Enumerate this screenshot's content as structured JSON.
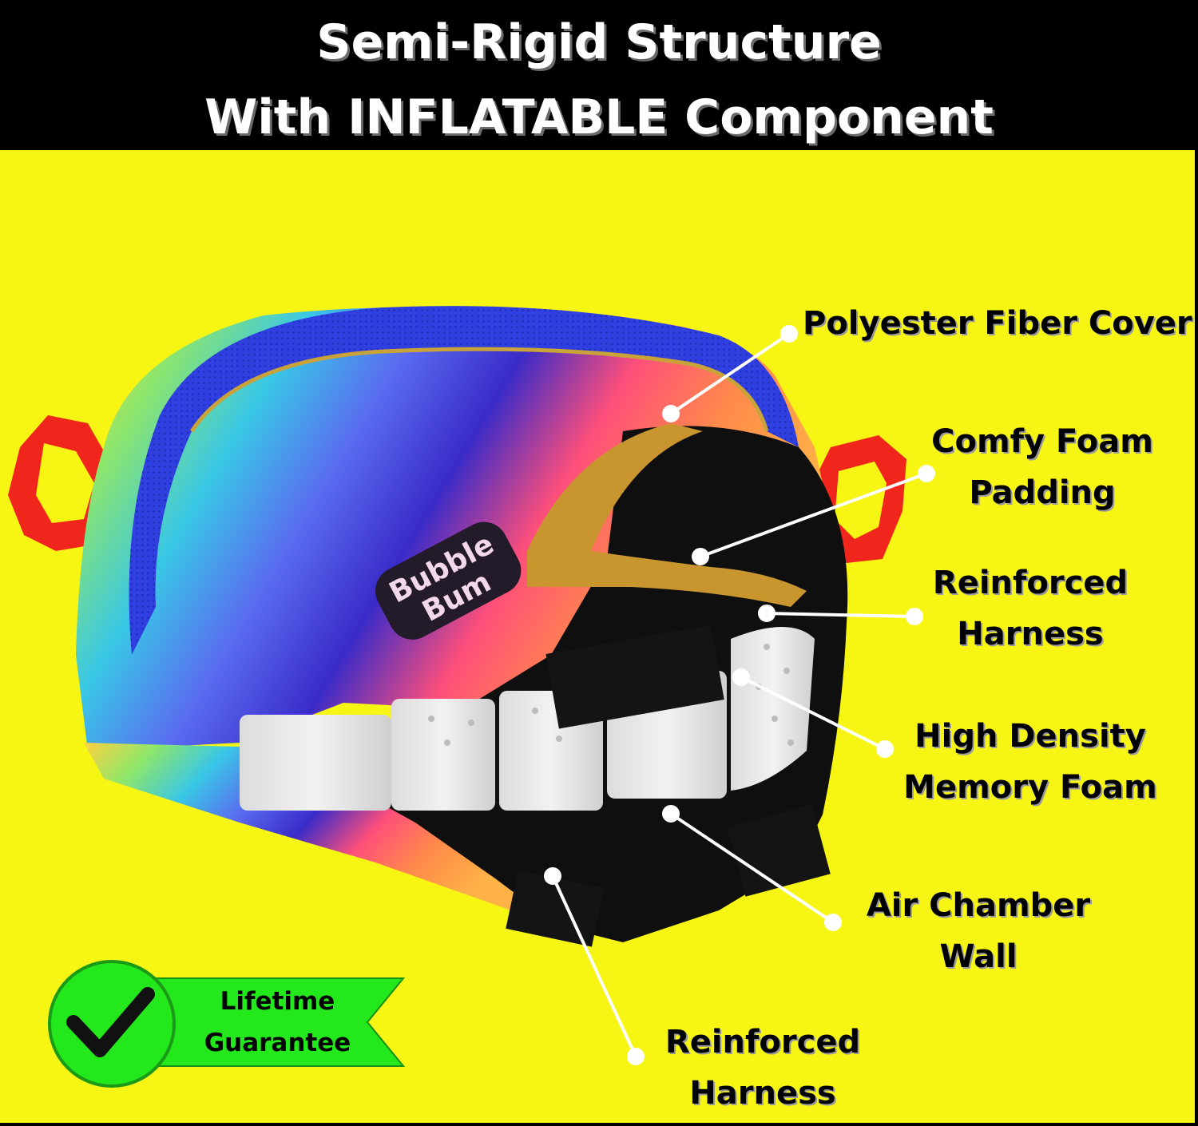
{
  "header": {
    "line1": "Semi-Rigid Structure",
    "line2": "With INFLATABLE Component"
  },
  "product": {
    "brand_logo_text": "BubbleBum",
    "colors": {
      "background": "#f7f514",
      "rim": "#2f3fe0",
      "clips": "#f0261d",
      "foam": "#e8e8e8",
      "chamber": "#0f0f0f"
    }
  },
  "callouts": {
    "polyester": {
      "line1": "Polyester Fiber Cover"
    },
    "comfy_foam": {
      "line1": "Comfy Foam",
      "line2": "Padding"
    },
    "harness_upper": {
      "line1": "Reinforced",
      "line2": "Harness"
    },
    "memory_foam": {
      "line1": "High Density",
      "line2": "Memory Foam"
    },
    "air_chamber": {
      "line1": "Air Chamber",
      "line2": "Wall"
    },
    "harness_lower": {
      "line1": "Reinforced",
      "line2": "Harness"
    }
  },
  "badge": {
    "line1": "Lifetime",
    "line2": "Guarantee",
    "icon": "checkmark-icon",
    "colors": {
      "circle": "#22e81c",
      "ribbon": "#22e81c",
      "check": "#111111"
    }
  }
}
